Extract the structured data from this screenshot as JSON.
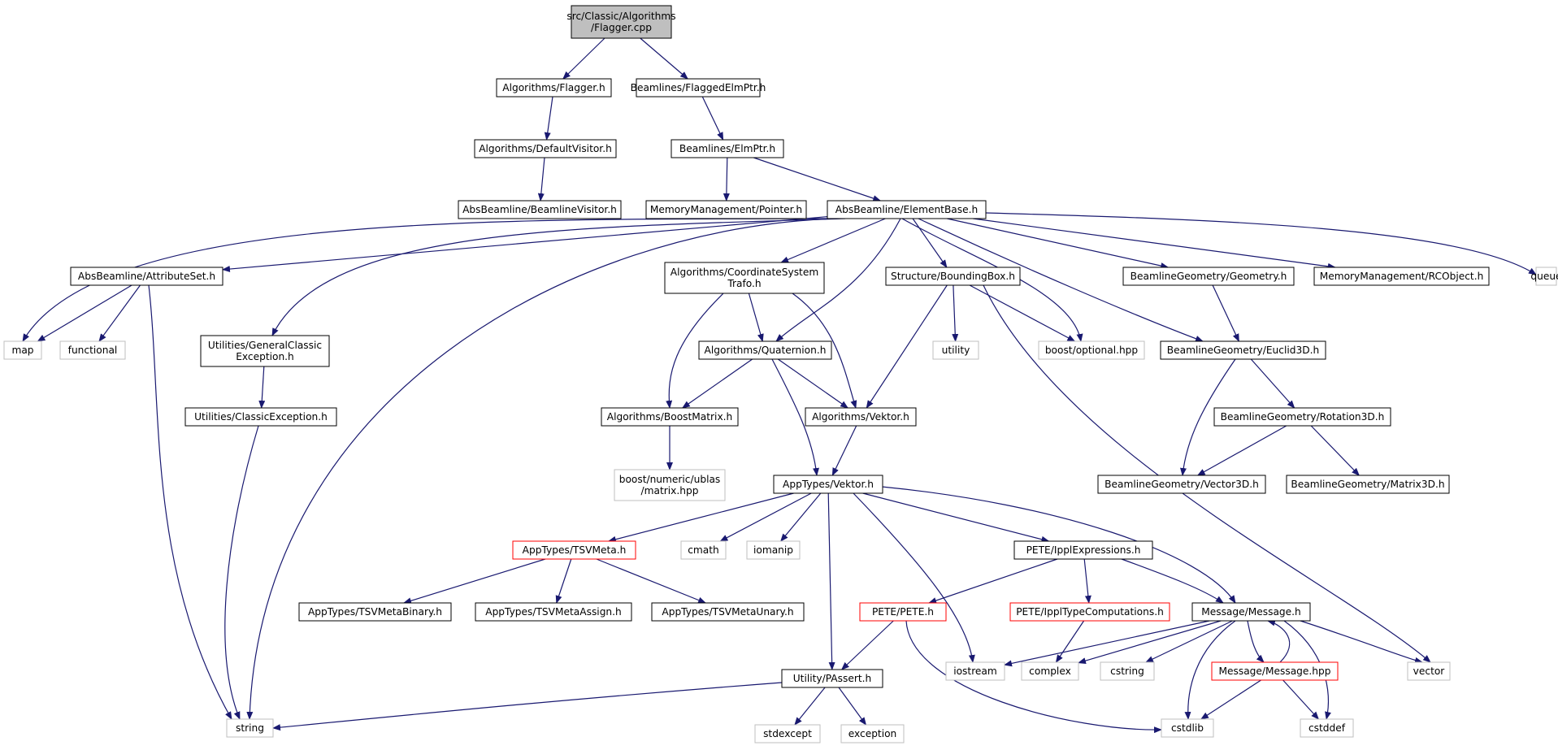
{
  "colors": {
    "edge": "#191970",
    "root_fill": "#bfbfbf",
    "header_border": "#000000",
    "system_border": "#bfbfbf",
    "truncated_border": "#ff0000"
  },
  "nodes": [
    {
      "id": "root",
      "lines": [
        "src/Classic/Algorithms",
        "/Flagger.cpp"
      ],
      "kind": "root"
    },
    {
      "id": "flagger_h",
      "lines": [
        "Algorithms/Flagger.h"
      ],
      "kind": "header"
    },
    {
      "id": "flaggedelmptr",
      "lines": [
        "Beamlines/FlaggedElmPtr.h"
      ],
      "kind": "header"
    },
    {
      "id": "defaultvisitor",
      "lines": [
        "Algorithms/DefaultVisitor.h"
      ],
      "kind": "header"
    },
    {
      "id": "elmptr",
      "lines": [
        "Beamlines/ElmPtr.h"
      ],
      "kind": "header"
    },
    {
      "id": "beamlinevisitor",
      "lines": [
        "AbsBeamline/BeamlineVisitor.h"
      ],
      "kind": "header"
    },
    {
      "id": "pointer",
      "lines": [
        "MemoryManagement/Pointer.h"
      ],
      "kind": "header"
    },
    {
      "id": "elementbase",
      "lines": [
        "AbsBeamline/ElementBase.h"
      ],
      "kind": "header"
    },
    {
      "id": "attributeset",
      "lines": [
        "AbsBeamline/AttributeSet.h"
      ],
      "kind": "header"
    },
    {
      "id": "coordtrafo",
      "lines": [
        "Algorithms/CoordinateSystem",
        "Trafo.h"
      ],
      "kind": "header"
    },
    {
      "id": "boundingbox",
      "lines": [
        "Structure/BoundingBox.h"
      ],
      "kind": "header"
    },
    {
      "id": "geometry",
      "lines": [
        "BeamlineGeometry/Geometry.h"
      ],
      "kind": "header"
    },
    {
      "id": "rcobject",
      "lines": [
        "MemoryManagement/RCObject.h"
      ],
      "kind": "header"
    },
    {
      "id": "queue",
      "lines": [
        "queue"
      ],
      "kind": "system"
    },
    {
      "id": "map",
      "lines": [
        "map"
      ],
      "kind": "system"
    },
    {
      "id": "functional",
      "lines": [
        "functional"
      ],
      "kind": "system"
    },
    {
      "id": "genclassicexc",
      "lines": [
        "Utilities/GeneralClassic",
        "Exception.h"
      ],
      "kind": "header"
    },
    {
      "id": "quaternion",
      "lines": [
        "Algorithms/Quaternion.h"
      ],
      "kind": "header"
    },
    {
      "id": "utility",
      "lines": [
        "utility"
      ],
      "kind": "system"
    },
    {
      "id": "optional",
      "lines": [
        "boost/optional.hpp"
      ],
      "kind": "system"
    },
    {
      "id": "euclid3d",
      "lines": [
        "BeamlineGeometry/Euclid3D.h"
      ],
      "kind": "header"
    },
    {
      "id": "classicexc",
      "lines": [
        "Utilities/ClassicException.h"
      ],
      "kind": "header"
    },
    {
      "id": "boostmatrix",
      "lines": [
        "Algorithms/BoostMatrix.h"
      ],
      "kind": "header"
    },
    {
      "id": "vektor_alg",
      "lines": [
        "Algorithms/Vektor.h"
      ],
      "kind": "header"
    },
    {
      "id": "rotation3d",
      "lines": [
        "BeamlineGeometry/Rotation3D.h"
      ],
      "kind": "header"
    },
    {
      "id": "ublas",
      "lines": [
        "boost/numeric/ublas",
        "/matrix.hpp"
      ],
      "kind": "system"
    },
    {
      "id": "vektor_app",
      "lines": [
        "AppTypes/Vektor.h"
      ],
      "kind": "header"
    },
    {
      "id": "vector3d",
      "lines": [
        "BeamlineGeometry/Vector3D.h"
      ],
      "kind": "header"
    },
    {
      "id": "matrix3d",
      "lines": [
        "BeamlineGeometry/Matrix3D.h"
      ],
      "kind": "header"
    },
    {
      "id": "tsvmeta",
      "lines": [
        "AppTypes/TSVMeta.h"
      ],
      "kind": "truncated"
    },
    {
      "id": "cmath",
      "lines": [
        "cmath"
      ],
      "kind": "system"
    },
    {
      "id": "iomanip",
      "lines": [
        "iomanip"
      ],
      "kind": "system"
    },
    {
      "id": "ipplexpr",
      "lines": [
        "PETE/IpplExpressions.h"
      ],
      "kind": "header"
    },
    {
      "id": "tsvbinary",
      "lines": [
        "AppTypes/TSVMetaBinary.h"
      ],
      "kind": "header"
    },
    {
      "id": "tsvassign",
      "lines": [
        "AppTypes/TSVMetaAssign.h"
      ],
      "kind": "header"
    },
    {
      "id": "tsvunary",
      "lines": [
        "AppTypes/TSVMetaUnary.h"
      ],
      "kind": "header"
    },
    {
      "id": "pete",
      "lines": [
        "PETE/PETE.h"
      ],
      "kind": "truncated"
    },
    {
      "id": "ippltype",
      "lines": [
        "PETE/IpplTypeComputations.h"
      ],
      "kind": "truncated"
    },
    {
      "id": "message_h",
      "lines": [
        "Message/Message.h"
      ],
      "kind": "header"
    },
    {
      "id": "iostream",
      "lines": [
        "iostream"
      ],
      "kind": "system"
    },
    {
      "id": "complex",
      "lines": [
        "complex"
      ],
      "kind": "system"
    },
    {
      "id": "cstring",
      "lines": [
        "cstring"
      ],
      "kind": "system"
    },
    {
      "id": "message_hpp",
      "lines": [
        "Message/Message.hpp"
      ],
      "kind": "truncated"
    },
    {
      "id": "vector",
      "lines": [
        "vector"
      ],
      "kind": "system"
    },
    {
      "id": "passert",
      "lines": [
        "Utility/PAssert.h"
      ],
      "kind": "header"
    },
    {
      "id": "string",
      "lines": [
        "string"
      ],
      "kind": "system"
    },
    {
      "id": "stdexcept",
      "lines": [
        "stdexcept"
      ],
      "kind": "system"
    },
    {
      "id": "exception",
      "lines": [
        "exception"
      ],
      "kind": "system"
    },
    {
      "id": "cstdlib",
      "lines": [
        "cstdlib"
      ],
      "kind": "system"
    },
    {
      "id": "cstddef",
      "lines": [
        "cstddef"
      ],
      "kind": "system"
    }
  ],
  "edges": [
    [
      "root",
      "flagger_h"
    ],
    [
      "root",
      "flaggedelmptr"
    ],
    [
      "flagger_h",
      "defaultvisitor"
    ],
    [
      "flaggedelmptr",
      "elmptr"
    ],
    [
      "defaultvisitor",
      "beamlinevisitor"
    ],
    [
      "elmptr",
      "pointer"
    ],
    [
      "elmptr",
      "elementbase"
    ],
    [
      "elementbase",
      "map"
    ],
    [
      "elementbase",
      "attributeset"
    ],
    [
      "elementbase",
      "string"
    ],
    [
      "elementbase",
      "genclassicexc"
    ],
    [
      "elementbase",
      "coordtrafo"
    ],
    [
      "elementbase",
      "quaternion"
    ],
    [
      "elementbase",
      "boundingbox"
    ],
    [
      "elementbase",
      "optional"
    ],
    [
      "elementbase",
      "euclid3d"
    ],
    [
      "elementbase",
      "geometry"
    ],
    [
      "elementbase",
      "rcobject"
    ],
    [
      "elementbase",
      "queue"
    ],
    [
      "attributeset",
      "map"
    ],
    [
      "attributeset",
      "functional"
    ],
    [
      "attributeset",
      "string"
    ],
    [
      "genclassicexc",
      "classicexc"
    ],
    [
      "classicexc",
      "string"
    ],
    [
      "coordtrafo",
      "boostmatrix"
    ],
    [
      "coordtrafo",
      "quaternion"
    ],
    [
      "coordtrafo",
      "vektor_alg"
    ],
    [
      "boundingbox",
      "utility"
    ],
    [
      "boundingbox",
      "optional"
    ],
    [
      "boundingbox",
      "vektor_alg"
    ],
    [
      "boundingbox",
      "vector"
    ],
    [
      "geometry",
      "euclid3d"
    ],
    [
      "euclid3d",
      "rotation3d"
    ],
    [
      "euclid3d",
      "vector3d"
    ],
    [
      "rotation3d",
      "vector3d"
    ],
    [
      "rotation3d",
      "matrix3d"
    ],
    [
      "quaternion",
      "boostmatrix"
    ],
    [
      "quaternion",
      "vektor_alg"
    ],
    [
      "quaternion",
      "vektor_app"
    ],
    [
      "boostmatrix",
      "ublas"
    ],
    [
      "vektor_alg",
      "vektor_app"
    ],
    [
      "vektor_app",
      "tsvmeta"
    ],
    [
      "vektor_app",
      "cmath"
    ],
    [
      "vektor_app",
      "iomanip"
    ],
    [
      "vektor_app",
      "passert"
    ],
    [
      "vektor_app",
      "iostream"
    ],
    [
      "vektor_app",
      "ipplexpr"
    ],
    [
      "vektor_app",
      "message_h"
    ],
    [
      "tsvmeta",
      "tsvbinary"
    ],
    [
      "tsvmeta",
      "tsvassign"
    ],
    [
      "tsvmeta",
      "tsvunary"
    ],
    [
      "ipplexpr",
      "pete"
    ],
    [
      "ipplexpr",
      "ippltype"
    ],
    [
      "ipplexpr",
      "message_h"
    ],
    [
      "pete",
      "passert"
    ],
    [
      "pete",
      "cstdlib"
    ],
    [
      "ippltype",
      "complex"
    ],
    [
      "message_h",
      "iostream"
    ],
    [
      "message_h",
      "complex"
    ],
    [
      "message_h",
      "cstring"
    ],
    [
      "message_h",
      "cstdlib"
    ],
    [
      "message_h",
      "message_hpp"
    ],
    [
      "message_h",
      "vector"
    ],
    [
      "message_h",
      "cstddef"
    ],
    [
      "message_hpp",
      "message_h"
    ],
    [
      "message_hpp",
      "cstdlib"
    ],
    [
      "message_hpp",
      "cstddef"
    ],
    [
      "passert",
      "string"
    ],
    [
      "passert",
      "stdexcept"
    ],
    [
      "passert",
      "exception"
    ]
  ]
}
